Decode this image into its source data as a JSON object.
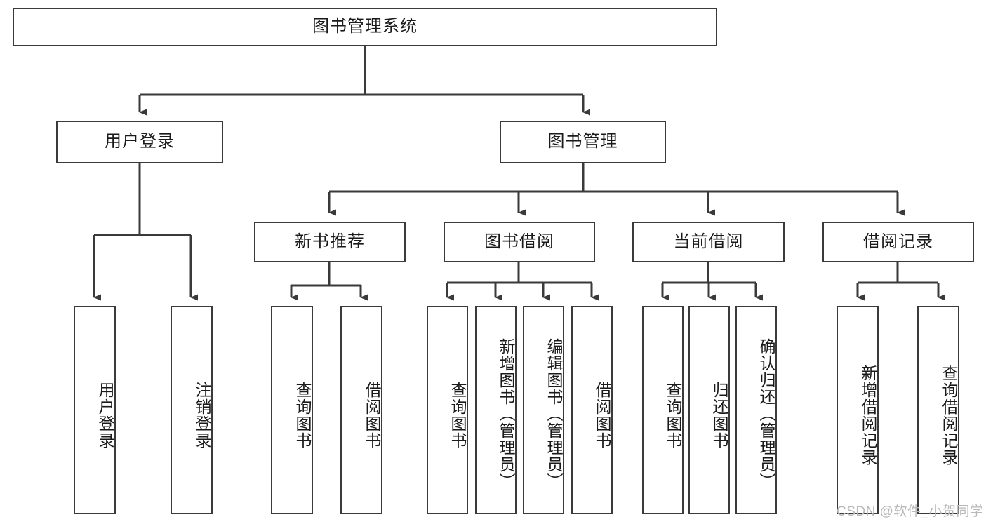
{
  "diagram": {
    "type": "tree",
    "title": "图书管理系统",
    "watermark": "CSDN @软件_小贺同学",
    "colors": {
      "stroke": "#3a3a3a",
      "fill": "#ffffff",
      "text": "#1a1a1a",
      "watermark": "#b9b9b9"
    },
    "levels": {
      "root": {
        "label": "图书管理系统"
      },
      "level2": [
        {
          "label": "用户登录"
        },
        {
          "label": "图书管理"
        }
      ],
      "level3": [
        {
          "label": "新书推荐"
        },
        {
          "label": "图书借阅"
        },
        {
          "label": "当前借阅"
        },
        {
          "label": "借阅记录"
        }
      ],
      "leaves": {
        "user_login": [
          {
            "label": "用户登录"
          },
          {
            "label": "注销登录"
          }
        ],
        "new_book": [
          {
            "label": "查询图书"
          },
          {
            "label": "借阅图书"
          }
        ],
        "book_borrow": [
          {
            "label": "查询图书"
          },
          {
            "label": "新增图书（管理员）"
          },
          {
            "label": "编辑图书（管理员）"
          },
          {
            "label": "借阅图书"
          }
        ],
        "current_borrow": [
          {
            "label": "查询图书"
          },
          {
            "label": "归还图书"
          },
          {
            "label": "确认归还（管理员）"
          }
        ],
        "borrow_record": [
          {
            "label": "新增借阅记录"
          },
          {
            "label": "查询借阅记录"
          }
        ]
      }
    }
  }
}
